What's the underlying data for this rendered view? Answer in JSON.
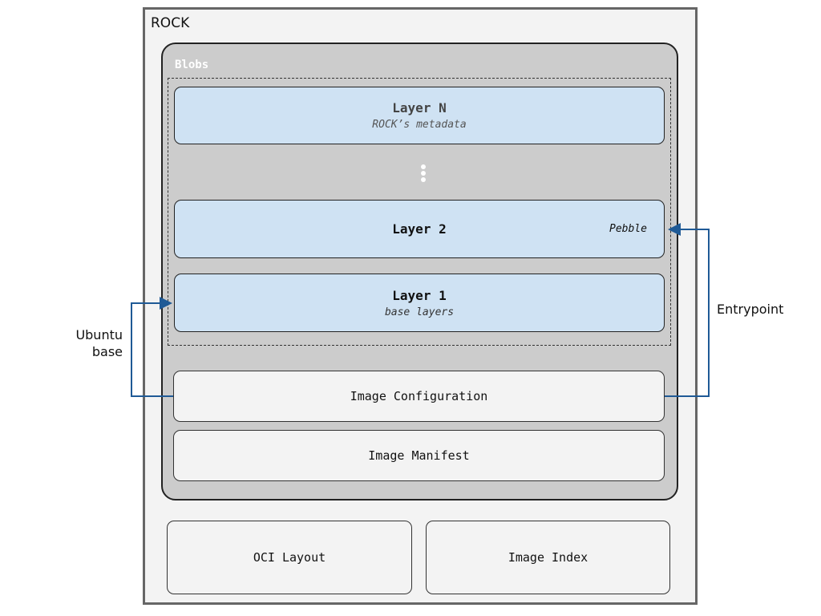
{
  "rock": {
    "title": "ROCK"
  },
  "blobs": {
    "title": "Blobs",
    "layers": [
      {
        "title": "Layer N",
        "subtitle": "ROCK’s metadata"
      },
      {
        "title": "Layer 2",
        "annotation": "Pebble"
      },
      {
        "title": "Layer 1",
        "subtitle": "base layers"
      }
    ],
    "ellipsis_dots": 3,
    "image_configuration": "Image Configuration",
    "image_manifest": "Image Manifest"
  },
  "bottom": {
    "oci_layout": "OCI Layout",
    "image_index": "Image Index"
  },
  "labels": {
    "ubuntu_line1": "Ubuntu",
    "ubuntu_line2": "base",
    "entrypoint": "Entrypoint"
  },
  "colors": {
    "layer_fill": "#cfe2f3",
    "connector": "#1f5a96",
    "container_fill": "#cccccc",
    "outer_fill": "#f3f3f3"
  }
}
